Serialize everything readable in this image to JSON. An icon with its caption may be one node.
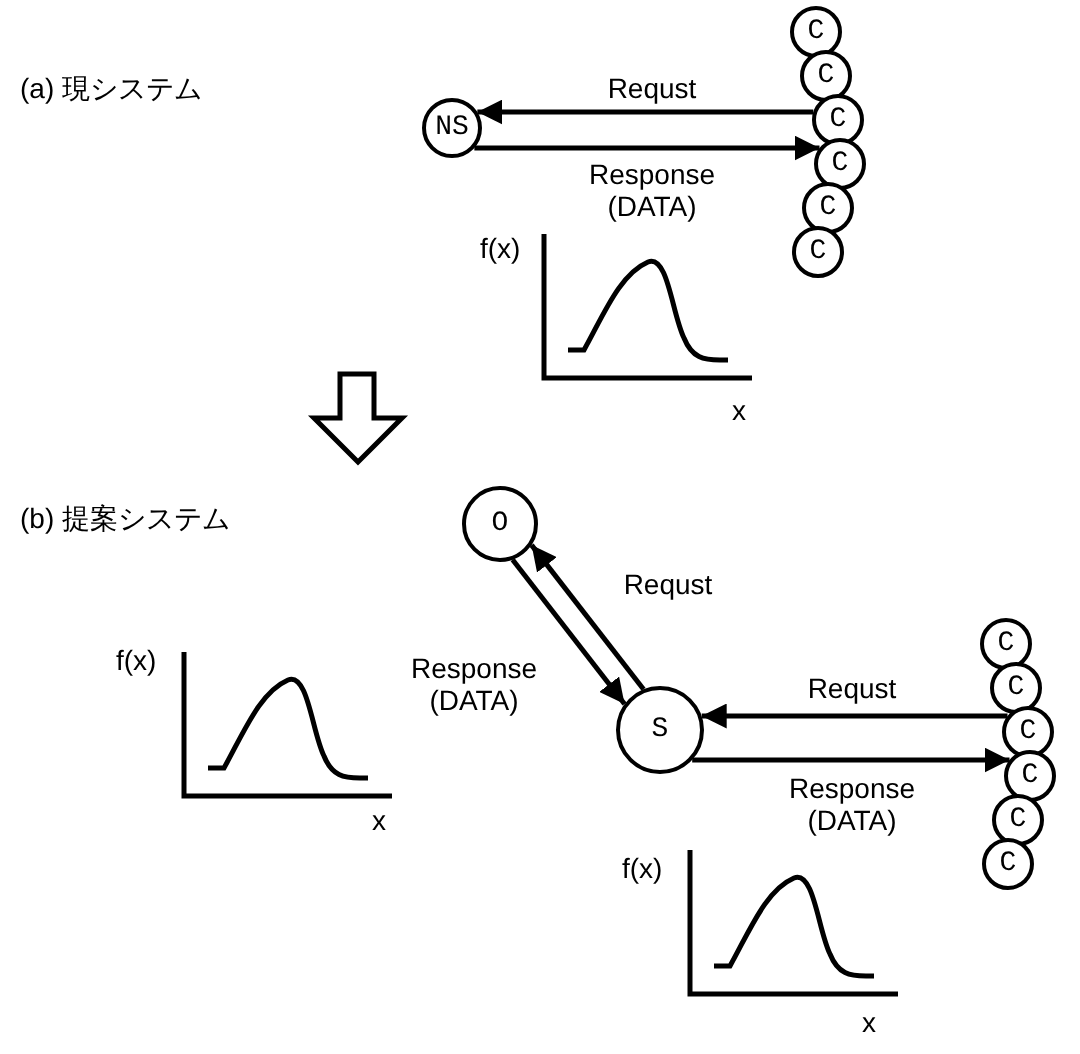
{
  "diagram": {
    "nodes": [
      {
        "text": [
          "NS"
        ]
      },
      {
        "text": [
          "C"
        ]
      },
      {
        "text": [
          "C"
        ]
      },
      {
        "text": [
          "C"
        ]
      },
      {
        "text": [
          "C"
        ]
      },
      {
        "text": [
          "C"
        ]
      },
      {
        "text": [
          "C"
        ]
      },
      {
        "text": [
          "O"
        ]
      },
      {
        "text": [
          "S"
        ]
      },
      {
        "text": [
          "C"
        ]
      },
      {
        "text": [
          "C"
        ]
      },
      {
        "text": [
          "C"
        ]
      },
      {
        "text": [
          "C"
        ]
      },
      {
        "text": [
          "C"
        ]
      },
      {
        "text": [
          "C"
        ]
      }
    ],
    "edges": [
      {
        "from": 3,
        "to": 0,
        "arrow": "to",
        "label": "Requst"
      },
      {
        "from": 0,
        "to": 4,
        "arrow": "to",
        "label": "Response (DATA)"
      },
      {
        "from": 8,
        "to": 7,
        "arrow": "to",
        "label": "Requst"
      },
      {
        "from": 7,
        "to": 8,
        "arrow": "to",
        "label": "Response (DATA)"
      },
      {
        "from": 11,
        "to": 8,
        "arrow": "to",
        "label": "Requst"
      },
      {
        "from": 8,
        "to": 12,
        "arrow": "to",
        "label": "Response (DATA)"
      }
    ],
    "labels": [
      "(a) 現システム",
      "f(x)",
      "x",
      "(b) 提案システム",
      "f(x)",
      "x",
      "f(x)",
      "x"
    ]
  }
}
